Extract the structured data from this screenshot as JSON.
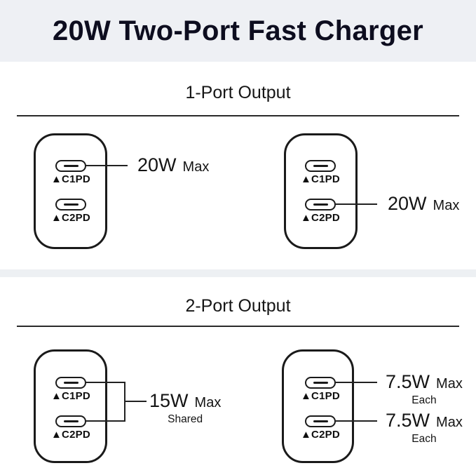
{
  "title": "20W Two-Port Fast Charger",
  "sections": {
    "s1": {
      "heading": "1-Port Output",
      "left": {
        "port1": "▲C1PD",
        "port2": "▲C2PD",
        "value": "20W",
        "qualifier": "Max"
      },
      "right": {
        "port1": "▲C1PD",
        "port2": "▲C2PD",
        "value": "20W",
        "qualifier": "Max"
      }
    },
    "s2": {
      "heading": "2-Port Output",
      "left": {
        "port1": "▲C1PD",
        "port2": "▲C2PD",
        "value": "15W",
        "qualifier": "Max",
        "note": "Shared"
      },
      "right": {
        "port1": "▲C1PD",
        "port2": "▲C2PD",
        "top": {
          "value": "7.5W",
          "qualifier": "Max",
          "note": "Each"
        },
        "bottom": {
          "value": "7.5W",
          "qualifier": "Max",
          "note": "Each"
        }
      }
    }
  },
  "colors": {
    "header_bg": "#eef0f4",
    "divider_bg": "#edf0f3",
    "ink": "#1a1a1a",
    "title_ink": "#0d0d1f"
  }
}
